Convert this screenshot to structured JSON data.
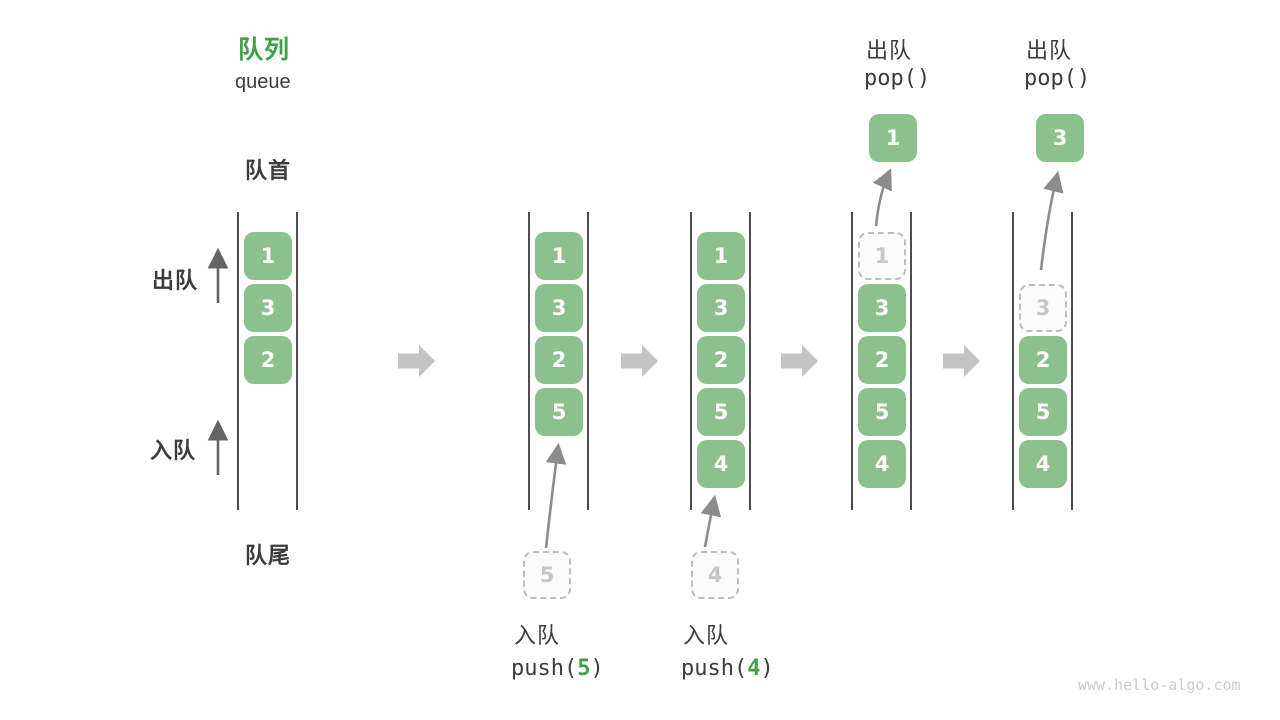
{
  "title": {
    "zh": "队列",
    "en": "queue"
  },
  "side": {
    "front": "队首",
    "rear": "队尾",
    "dequeue": "出队",
    "enqueue": "入队"
  },
  "columns": [
    {
      "boxes": [
        "1",
        "3",
        "2"
      ]
    },
    {
      "boxes": [
        "1",
        "3",
        "2",
        "5"
      ]
    },
    {
      "boxes": [
        "1",
        "3",
        "2",
        "5",
        "4"
      ]
    },
    {
      "ghost": "1",
      "boxes": [
        "3",
        "2",
        "5",
        "4"
      ],
      "pop": {
        "label": "出队",
        "fn": "pop()",
        "value": "1"
      }
    },
    {
      "ghost": "3",
      "boxes": [
        "2",
        "5",
        "4"
      ],
      "pop": {
        "label": "出队",
        "fn": "pop()",
        "value": "3"
      }
    }
  ],
  "enqueue_ops": [
    {
      "ghost": "5",
      "label": "入队",
      "fn_pre": "push(",
      "fn_arg": "5",
      "fn_post": ")"
    },
    {
      "ghost": "4",
      "label": "入队",
      "fn_pre": "push(",
      "fn_arg": "4",
      "fn_post": ")"
    }
  ],
  "watermark": "www.hello-algo.com",
  "colors": {
    "box_green": "#8cc08c",
    "accent_green": "#3fa047",
    "wall_gray": "#4d4d4d",
    "block_arrow_gray": "#c4c4c4",
    "ghost_border": "#bdbdbd",
    "ghost_text": "#c6c6c6",
    "watermark_gray": "#cbcbcb",
    "text_dark": "#3c3c3c"
  }
}
